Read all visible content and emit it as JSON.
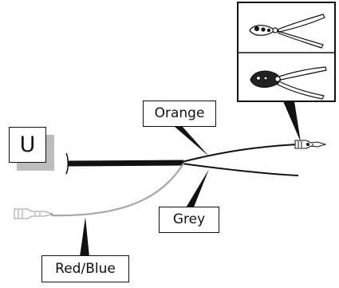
{
  "connector_letter": "U",
  "wires": {
    "orange_label": "Orange",
    "grey_label": "Grey",
    "red_blue_label": "Red/Blue"
  },
  "tool_panel": {
    "tools": [
      "wire-stripper",
      "crimping-pliers"
    ]
  },
  "colors": {
    "cable": "#111111",
    "red_blue_wire": "#a8a8a8",
    "shadow": "#bdbdbd"
  }
}
